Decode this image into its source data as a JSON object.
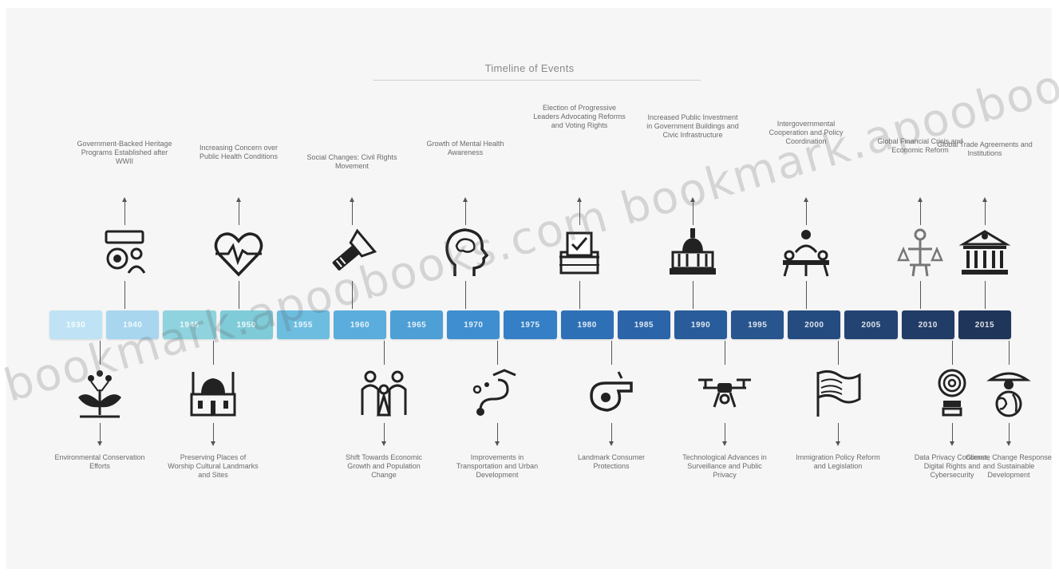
{
  "title": "Timeline of Events",
  "watermark": "bookmark.apoobooks.com bookmark.apoobooks.com",
  "band_colors": [
    "#bfe3f4",
    "#a8d6ef",
    "#8fd3de",
    "#7fcbd8",
    "#6dbde0",
    "#5aaddc",
    "#4d9fd6",
    "#3f8fd0",
    "#347fc5",
    "#2e70b6",
    "#2b64a8",
    "#295c9a",
    "#28558d",
    "#254c80",
    "#234473",
    "#213c66",
    "#1f355a"
  ],
  "band_labels": [
    "1930",
    "1940",
    "1945",
    "1950",
    "1955",
    "1960",
    "1965",
    "1970",
    "1975",
    "1980",
    "1985",
    "1990",
    "1995",
    "2000",
    "2005",
    "2010",
    "2015"
  ],
  "events_top": [
    {
      "label": "Government-Backed Heritage Programs Established after WWII",
      "icon": "gear-people-icon"
    },
    {
      "label": "Increasing Concern over Public Health Conditions",
      "icon": "heartbeat-icon"
    },
    {
      "label": "Social Changes: Civil Rights Movement",
      "icon": "flashlight-icon"
    },
    {
      "label": "Growth of Mental Health Awareness",
      "icon": "head-brain-icon"
    },
    {
      "label": "Election of Progressive Leaders Advocating Reforms and Voting Rights",
      "icon": "ballot-box-icon"
    },
    {
      "label": "Increased Public Investment in Government Buildings and Civic Infrastructure",
      "icon": "capitol-icon"
    },
    {
      "label": "Intergovernmental Cooperation and Policy Coordination",
      "icon": "delegates-icon"
    },
    {
      "label": "Global Financial Crisis and Economic Reform",
      "icon": "justice-figure-icon"
    },
    {
      "label": "Global Trade Agreements and Institutions",
      "icon": "courthouse-icon"
    }
  ],
  "events_bottom": [
    {
      "label": "Environmental Conservation Efforts",
      "icon": "plant-icon"
    },
    {
      "label": "Preserving Places of Worship Cultural Landmarks and Sites",
      "icon": "mosque-icon"
    },
    {
      "label": "Shift Towards Economic Growth and Population Change",
      "icon": "family-icon"
    },
    {
      "label": "Improvements in Transportation and Urban Development",
      "icon": "route-icon"
    },
    {
      "label": "Landmark Consumer Protections",
      "icon": "whistle-icon"
    },
    {
      "label": "Technological Advances in Surveillance and Public Privacy",
      "icon": "drone-icon"
    },
    {
      "label": "Immigration Policy Reform and Legislation",
      "icon": "flag-icon"
    },
    {
      "label": "Data Privacy Concerns, Digital Rights and Cybersecurity",
      "icon": "fingerprint-icon"
    },
    {
      "label": "Climate Change Response and Sustainable Development",
      "icon": "globe-person-icon"
    }
  ]
}
